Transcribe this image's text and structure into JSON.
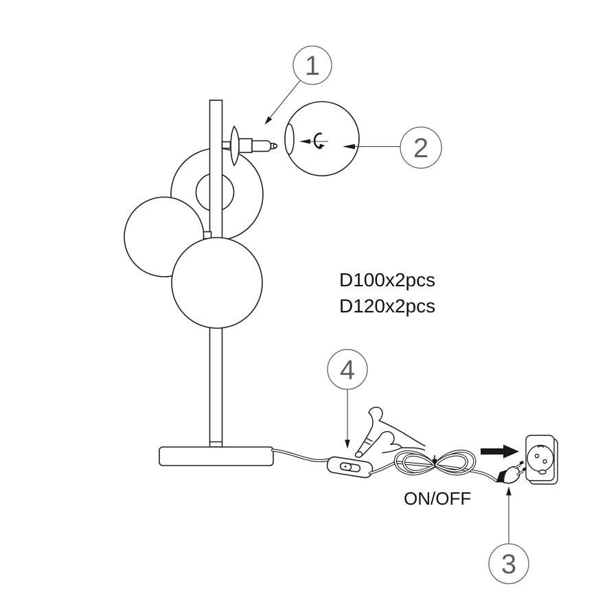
{
  "diagram": {
    "background_color": "#ffffff",
    "line_color": "#1f1f1f",
    "callout_color": "#5f5f5f",
    "globe_sizes": {
      "line1": "D100x2pcs",
      "line2": "D120x2pcs"
    },
    "switch_label": "ON/OFF",
    "callouts": {
      "c1": "1",
      "c2": "2",
      "c3": "3",
      "c4": "4"
    }
  }
}
